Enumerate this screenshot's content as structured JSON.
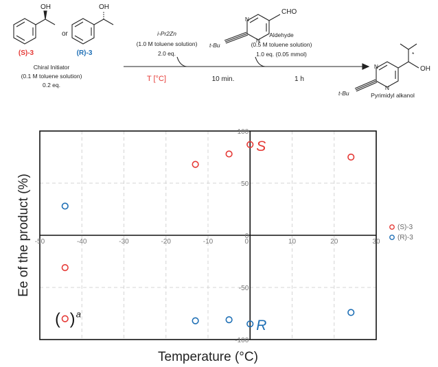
{
  "scheme": {
    "initiator_s_label": "(S)-3",
    "or_text": "or",
    "initiator_r_label": "(R)-3",
    "oh": "OH",
    "chiral_initiator": "Chiral Initiator",
    "initiator_conc": "(0.1 M toluene solution)",
    "initiator_eq": "0.2 eq.",
    "reagent_name": "i-Pr2Zn",
    "reagent_conc": "(1.0 M toluene solution)",
    "reagent_eq": "2.0 eq.",
    "temp_label": "T [°C]",
    "time1": "10 min.",
    "time2": "1 h",
    "aldehyde_cho": "CHO",
    "aldehyde_name": "Aldehyde",
    "aldehyde_conc": "(0.5 M toluene solution)",
    "aldehyde_eq": "1.0 eq. (0.05 mmol)",
    "tbu": "t-Bu",
    "n_atom": "N",
    "star": "*",
    "product_name": "Pyrimidyl alkanol",
    "colors": {
      "s_color": "#e53935",
      "r_color": "#1e6fb5"
    }
  },
  "chart_data": {
    "type": "scatter",
    "xlabel": "Temperature (°C)",
    "ylabel": "Ee of the product (%)",
    "xlim": [
      -50,
      30
    ],
    "ylim": [
      -100,
      100
    ],
    "xticks": [
      -50,
      -40,
      -30,
      -20,
      -10,
      0,
      10,
      20,
      30
    ],
    "yticks": [
      100,
      50,
      0,
      -50,
      -100
    ],
    "grid": true,
    "legend_position": "right",
    "series": [
      {
        "name": "(S)-3",
        "color": "#e53935",
        "x": [
          -44,
          -13,
          -5,
          0,
          24
        ],
        "y": [
          -31,
          68,
          78,
          87,
          75
        ]
      },
      {
        "name": "(R)-3",
        "color": "#1e6fb5",
        "x": [
          -44,
          -13,
          -5,
          0,
          24
        ],
        "y": [
          28,
          -82,
          -81,
          -85,
          -74
        ]
      }
    ],
    "annotations": {
      "s_label": "S",
      "r_label": "R",
      "note_open": "(",
      "note_close": ")",
      "note_sup": "a",
      "note_point": {
        "x": -44,
        "y": -80
      }
    }
  }
}
